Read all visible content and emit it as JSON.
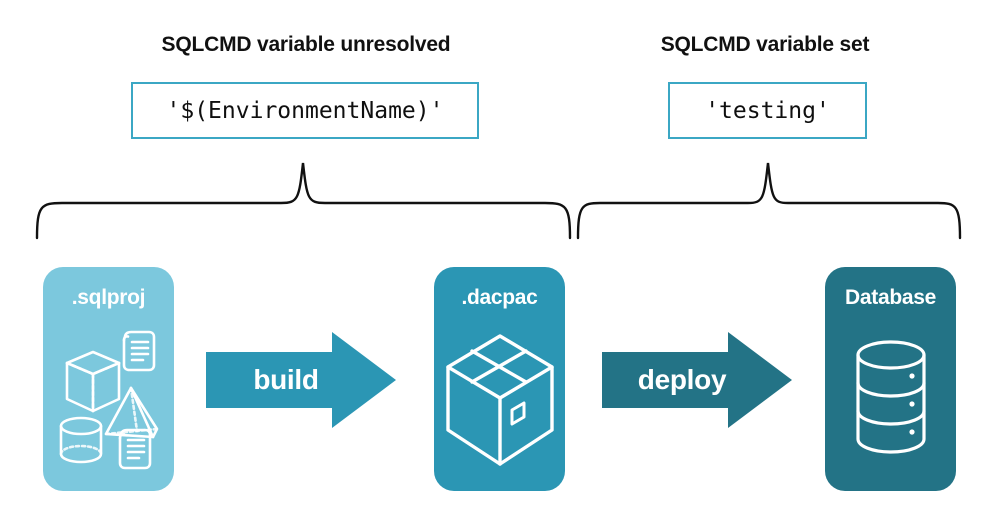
{
  "sections": [
    {
      "title": "SQLCMD variable unresolved",
      "value": "'$(EnvironmentName)'"
    },
    {
      "title": "SQLCMD variable set",
      "value": "'testing'"
    }
  ],
  "pipeline": {
    "artifacts": [
      {
        "label": ".sqlproj",
        "icon": "project-contents-icon",
        "color": "#7cc8dd"
      },
      {
        "label": ".dacpac",
        "icon": "package-box-icon",
        "color": "#2b96b4"
      },
      {
        "label": "Database",
        "icon": "database-cylinder-icon",
        "color": "#237386"
      }
    ],
    "arrows": [
      {
        "label": "build",
        "icon": "arrow-right-icon",
        "color": "#2b96b4"
      },
      {
        "label": "deploy",
        "icon": "arrow-right-icon",
        "color": "#237386"
      }
    ]
  },
  "colors": {
    "light_teal": "#7cc8dd",
    "mid_teal": "#2b96b4",
    "dark_teal": "#237386",
    "border_teal": "#3ba7c4",
    "brace_stroke": "#111111",
    "background": "#ffffff"
  },
  "braces": {
    "left_brace_name": "curly-brace-down-icon",
    "right_brace_name": "curly-brace-down-icon"
  }
}
